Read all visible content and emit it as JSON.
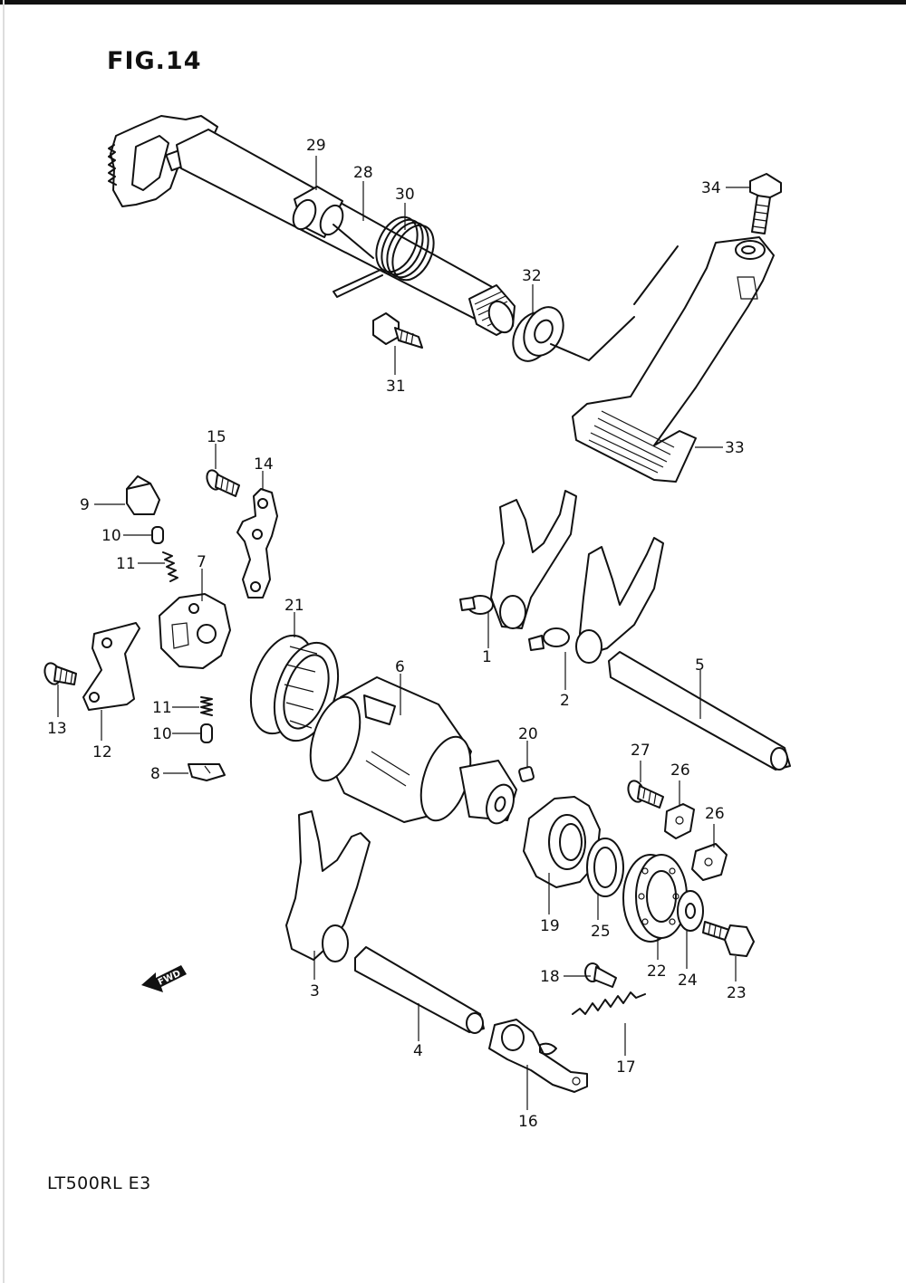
{
  "figure": {
    "title": "FIG.14",
    "model_code": "LT500RL  E3",
    "fwd_arrow_text": "FWD"
  },
  "callouts": {
    "c1": "1",
    "c2": "2",
    "c3": "3",
    "c4": "4",
    "c5": "5",
    "c6": "6",
    "c7": "7",
    "c8": "8",
    "c9": "9",
    "c10a": "10",
    "c10b": "10",
    "c11a": "11",
    "c11b": "11",
    "c12": "12",
    "c13": "13",
    "c14": "14",
    "c15": "15",
    "c16": "16",
    "c17": "17",
    "c18": "18",
    "c19": "19",
    "c20": "20",
    "c21": "21",
    "c22": "22",
    "c23": "23",
    "c24": "24",
    "c25": "25",
    "c26a": "26",
    "c26b": "26",
    "c27": "27",
    "c28": "28",
    "c29": "29",
    "c30": "30",
    "c31": "31",
    "c32": "32",
    "c33": "33",
    "c34": "34"
  },
  "icons": {
    "fwd": "fwd-arrow-icon"
  }
}
